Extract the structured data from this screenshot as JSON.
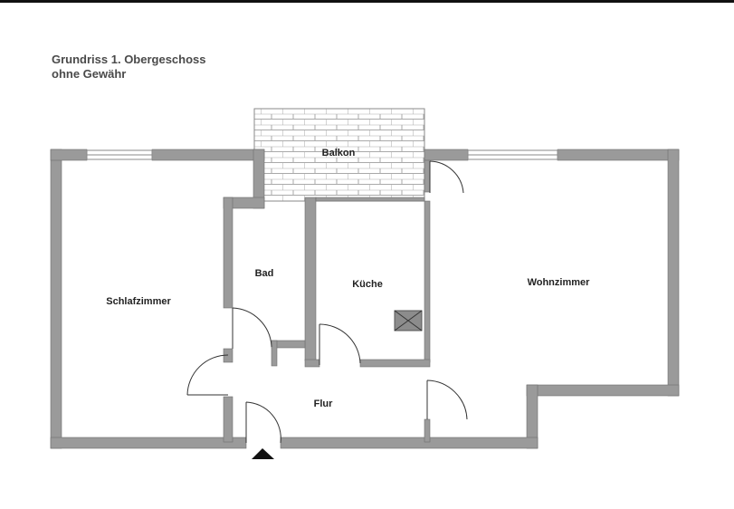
{
  "heading": {
    "line1": "Grundriss 1. Obergeschoss",
    "line2": "ohne Gewähr"
  },
  "rooms": {
    "balkon": "Balkon",
    "schlafzimmer": "Schlafzimmer",
    "bad": "Bad",
    "kueche": "Küche",
    "wohnzimmer": "Wohnzimmer",
    "flur": "Flur"
  },
  "colors": {
    "wall": "#9a9a9a",
    "wall_outline": "#6f6f6f",
    "brick_line": "#a9a9a9",
    "door_line": "#333333",
    "entrance_marker": "#111111",
    "heading_text": "#4a4a4a"
  }
}
